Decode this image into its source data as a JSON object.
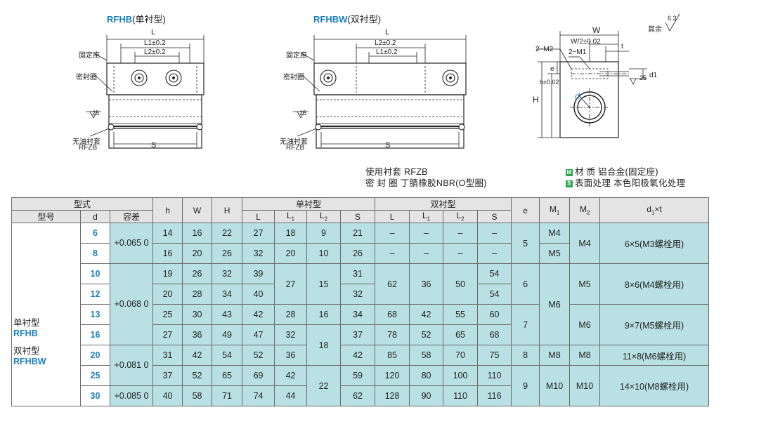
{
  "drawings": {
    "single": {
      "title_code": "RFHB",
      "title_cn": "(单衬型)",
      "dim_L": "L",
      "dim_L1": "L1±0.2",
      "dim_L2": "L2±0.2",
      "dim_S": "S",
      "label_seat": "固定座",
      "label_seal": "密封圈",
      "label_bushing": "无油衬套",
      "label_rfzb": "RFZB",
      "roughness": "25"
    },
    "double": {
      "title_code": "RFHBW",
      "title_cn": "(双衬型)",
      "dim_L": "L",
      "dim_L2": "L2±0.2",
      "dim_L1": "L1±0.2",
      "dim_S": "S",
      "label_seat": "固定座",
      "label_seal": "密封圈",
      "label_bushing": "无油衬套",
      "label_rfzb": "RFZB",
      "roughness": "25"
    },
    "side": {
      "dim_W": "W",
      "dim_W2": "W/2±0.02",
      "dim_t": "t",
      "dim_2M2": "2−M2",
      "dim_2M1": "2−M1",
      "dim_e": "e",
      "dim_H": "H",
      "dim_h": "h±0.02",
      "dim_d1": "d1",
      "dim_d": "d",
      "roughness": "25",
      "rest_label": "其余",
      "rest_value": "6.3"
    }
  },
  "specs": {
    "line1": "使用衬套  RFZB",
    "line2": "密  封  圈  丁腈橡胶NBR(O型圈)",
    "material_icon": "M",
    "material": "材       质  铝合金(固定座)",
    "surface_icon": "S",
    "surface": "表面处理  本色阳极氧化处理",
    "icon_color": "#2aa84a"
  },
  "table": {
    "head": {
      "form": "型式",
      "model": "型号",
      "d": "d",
      "tol": "容差",
      "h": "h",
      "W": "W",
      "H": "H",
      "single": "单衬型",
      "double": "双衬型",
      "L": "L",
      "L1": "L",
      "L1_sub": "1",
      "L2": "L",
      "L2_sub": "2",
      "S": "S",
      "dL": "L",
      "dL1": "L",
      "dL1_sub": "1",
      "dL2": "L",
      "dL2_sub": "2",
      "dS": "S",
      "e": "e",
      "M1": "M",
      "M1_sub": "1",
      "M2": "M",
      "M2_sub": "2",
      "d1t": "d",
      "d1t_sub": "1",
      "d1t_tail": "×t"
    },
    "type_single": "单衬型",
    "type_single_code": "RFHB",
    "type_double": "双衬型",
    "type_double_code": "RFHBW",
    "tol_1": "+0.065 0",
    "tol_2": "+0.068 0",
    "tol_3": "+0.081 0",
    "tol_4": "+0.085 0",
    "rows": [
      {
        "d": "6",
        "h": "14",
        "W": "16",
        "H": "22",
        "L": "27",
        "L1": "18",
        "L2": "9",
        "S": "21",
        "dL": "–",
        "dL1": "–",
        "dL2": "–",
        "dS": "–",
        "M1": "M4"
      },
      {
        "d": "8",
        "h": "16",
        "W": "20",
        "H": "26",
        "L": "32",
        "L1": "20",
        "L2": "10",
        "S": "26",
        "dL": "–",
        "dL1": "–",
        "dL2": "–",
        "dS": "–",
        "M1": "M5"
      },
      {
        "d": "10",
        "h": "19",
        "W": "26",
        "H": "32",
        "L": "39",
        "S": "31",
        "dS": "54"
      },
      {
        "d": "12",
        "h": "20",
        "W": "28",
        "H": "34",
        "L": "40",
        "S": "32",
        "dS": "54"
      },
      {
        "d": "13",
        "h": "25",
        "W": "30",
        "H": "43",
        "L": "42",
        "L1": "28",
        "L2": "16",
        "S": "34",
        "dL": "68",
        "dL1": "42",
        "dL2": "55",
        "dS": "60"
      },
      {
        "d": "16",
        "h": "27",
        "W": "36",
        "H": "49",
        "L": "47",
        "L1": "32",
        "S": "37",
        "dL": "78",
        "dL1": "52",
        "dL2": "65",
        "dS": "68"
      },
      {
        "d": "20",
        "h": "31",
        "W": "42",
        "H": "54",
        "L": "52",
        "L1": "36",
        "S": "42",
        "dL": "85",
        "dL1": "58",
        "dL2": "70",
        "dS": "75",
        "e": "8",
        "M1": "M8",
        "M2": "M8",
        "d1t": "11×8(M6螺栓用)"
      },
      {
        "d": "25",
        "h": "37",
        "W": "52",
        "H": "65",
        "L": "69",
        "L1": "42",
        "S": "59",
        "dL": "120",
        "dL1": "80",
        "dL2": "100",
        "dS": "110"
      },
      {
        "d": "30",
        "h": "40",
        "W": "58",
        "H": "71",
        "L": "74",
        "L1": "44",
        "S": "62",
        "dL": "128",
        "dL1": "90",
        "dL2": "110",
        "dS": "116"
      }
    ],
    "merged": {
      "r34_L1": "27",
      "r34_L2": "15",
      "r34_dL": "62",
      "r34_dL1": "36",
      "r34_dL2": "50",
      "r67_L2": "18",
      "r89_L2": "22",
      "e_12": "5",
      "e_34": "6",
      "e_56": "7",
      "e_89": "9",
      "M2_12": "M4",
      "M1_3456": "M6",
      "M2_34": "M5",
      "M2_56": "M6",
      "M1_89": "M10",
      "M2_89": "M10",
      "d1t_12": "6×5(M3螺栓用)",
      "d1t_34": "8×6(M4螺栓用)",
      "d1t_56": "9×7(M5螺栓用)",
      "d1t_89": "14×10(M8螺栓用)"
    }
  }
}
